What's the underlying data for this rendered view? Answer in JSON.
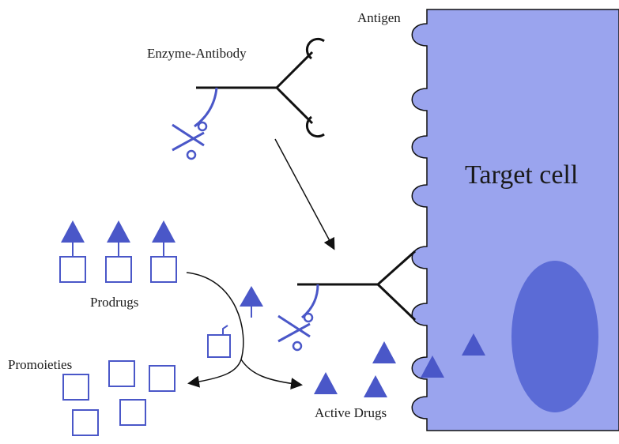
{
  "labels": {
    "antigen": "Antigen",
    "enzyme_antibody": "Enzyme-Antibody",
    "target_cell": "Target cell",
    "prodrugs": "Prodrugs",
    "promoieties": "Promoieties",
    "active_drugs": "Active Drugs"
  },
  "colors": {
    "cell_fill": "#9aa4ee",
    "nucleus_fill": "#5b6bd6",
    "drug_blue": "#4a57c8",
    "line": "#111111"
  },
  "icons": {
    "enzyme": "scissors-icon",
    "drug": "triangle-icon",
    "promoiety": "square-icon"
  }
}
